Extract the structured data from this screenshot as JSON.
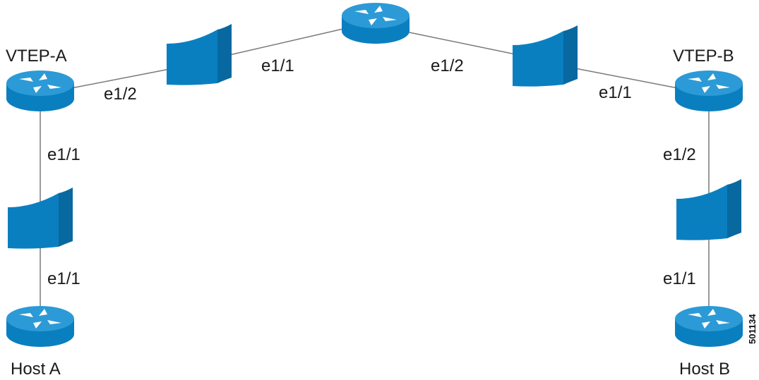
{
  "nodes": {
    "vtep_a": "VTEP-A",
    "vtep_b": "VTEP-B",
    "host_a": "Host A",
    "host_b": "Host B"
  },
  "interfaces": {
    "vtep_a_uplink": "e1/2",
    "spine_left": "e1/1",
    "spine_right": "e1/2",
    "vtep_b_uplink": "e1/1",
    "vtep_a_down": "e1/1",
    "host_a_port": "e1/1",
    "vtep_b_down": "e1/2",
    "host_b_port": "e1/1"
  },
  "figure_id": "501134",
  "icons": {
    "router": "router-icon",
    "switch": "switch-icon"
  },
  "colors": {
    "device_fill": "#0a7fc0",
    "device_top": "#2c9ad6",
    "link": "#7a7a7a"
  }
}
